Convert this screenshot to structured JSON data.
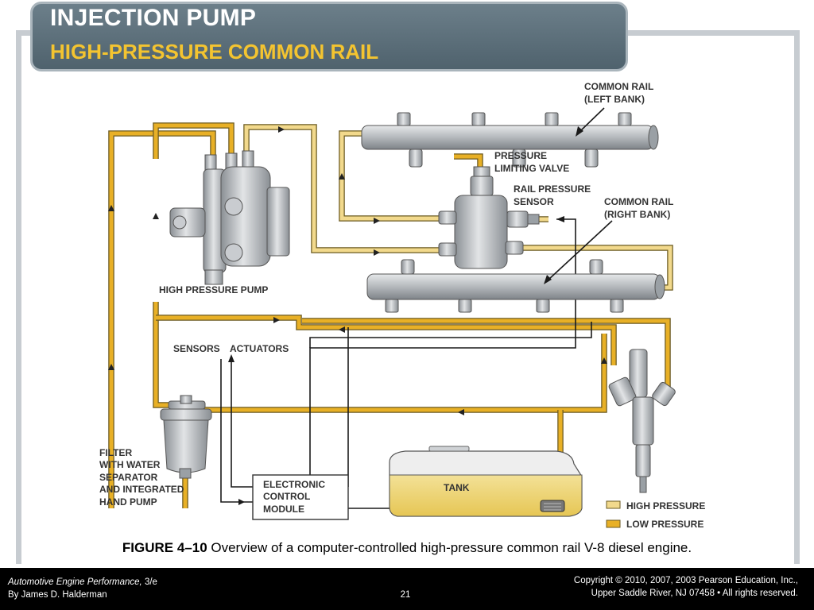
{
  "header": {
    "title": "INJECTION PUMP",
    "subtitle": "HIGH-PRESSURE COMMON RAIL"
  },
  "diagram": {
    "labels": {
      "common_rail_left_1": "COMMON RAIL",
      "common_rail_left_2": "(LEFT BANK)",
      "pressure_limiting_1": "PRESSURE",
      "pressure_limiting_2": "LIMITING VALVE",
      "rail_pressure_1": "RAIL PRESSURE",
      "rail_pressure_2": "SENSOR",
      "common_rail_right_1": "COMMON RAIL",
      "common_rail_right_2": "(RIGHT BANK)",
      "high_pressure_pump": "HIGH PRESSURE PUMP",
      "sensors": "SENSORS",
      "actuators": "ACTUATORS",
      "filter_1": "FILTER",
      "filter_2": "WITH WATER",
      "filter_3": "SEPARATOR",
      "filter_4": "AND INTEGRATED",
      "filter_5": "HAND PUMP",
      "ecm_1": "ELECTRONIC",
      "ecm_2": "CONTROL",
      "ecm_3": "MODULE",
      "tank": "TANK"
    },
    "legend": {
      "high": "HIGH PRESSURE",
      "low": "LOW PRESSURE"
    },
    "colors": {
      "high_pressure_line": "#f2d98c",
      "low_pressure_line": "#e8b026",
      "tank_fuel": "#f0dc8a",
      "metal": "#b9bcc0"
    }
  },
  "caption": {
    "figure": "FIGURE 4–10",
    "text": " Overview of a computer-controlled high-pressure common rail V-8 diesel engine."
  },
  "footer": {
    "book_title": "Automotive Engine Performance,",
    "edition": " 3/e",
    "author": "By James D. Halderman",
    "page": "21",
    "copyright_1": "Copyright © 2010, 2007, 2003 Pearson Education, Inc.,",
    "copyright_2": "Upper Saddle River, NJ 07458 • All rights reserved."
  }
}
